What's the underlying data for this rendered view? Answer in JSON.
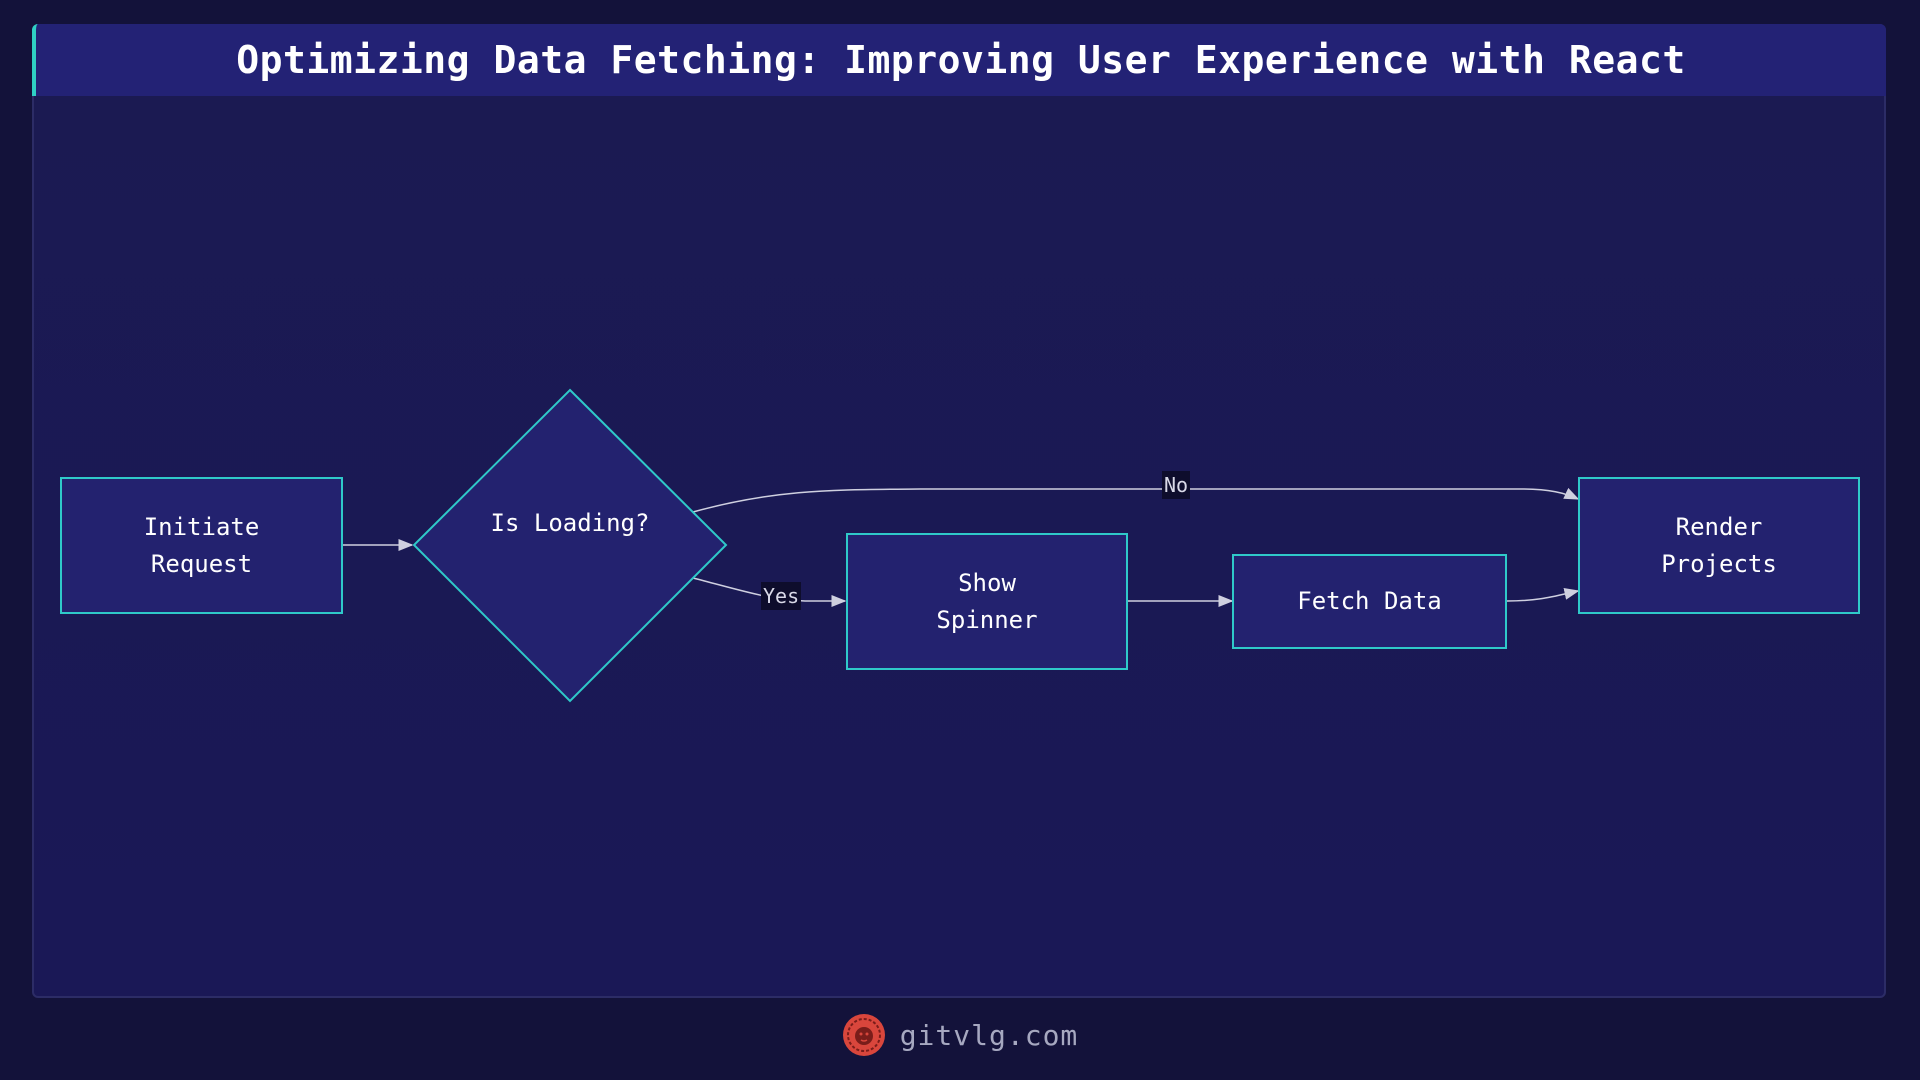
{
  "title": "Optimizing Data Fetching: Improving User Experience with React",
  "nodes": {
    "initiate": "Initiate\n Request",
    "decision": "Is Loading?",
    "spinner": "Show\n Spinner",
    "fetch": "Fetch Data",
    "render": "Render\n Projects"
  },
  "edges": {
    "yes_label": "Yes",
    "no_label": "No"
  },
  "footer": {
    "site": "gitvlg.com"
  },
  "colors": {
    "accent": "#2fc9c9",
    "node_fill": "#23226f",
    "logo": "#d9463c"
  }
}
